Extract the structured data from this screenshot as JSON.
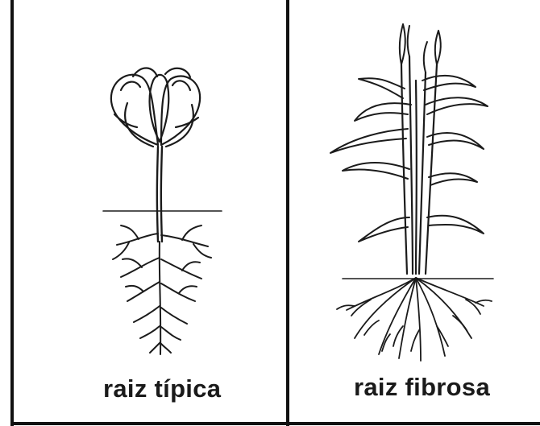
{
  "panels": [
    {
      "id": "left",
      "caption": "raiz típica",
      "root_type": "taproot"
    },
    {
      "id": "right",
      "caption": "raiz fibrosa",
      "root_type": "fibrous"
    }
  ],
  "colors": {
    "ink": "#1b1b1b",
    "background": "#ffffff"
  }
}
